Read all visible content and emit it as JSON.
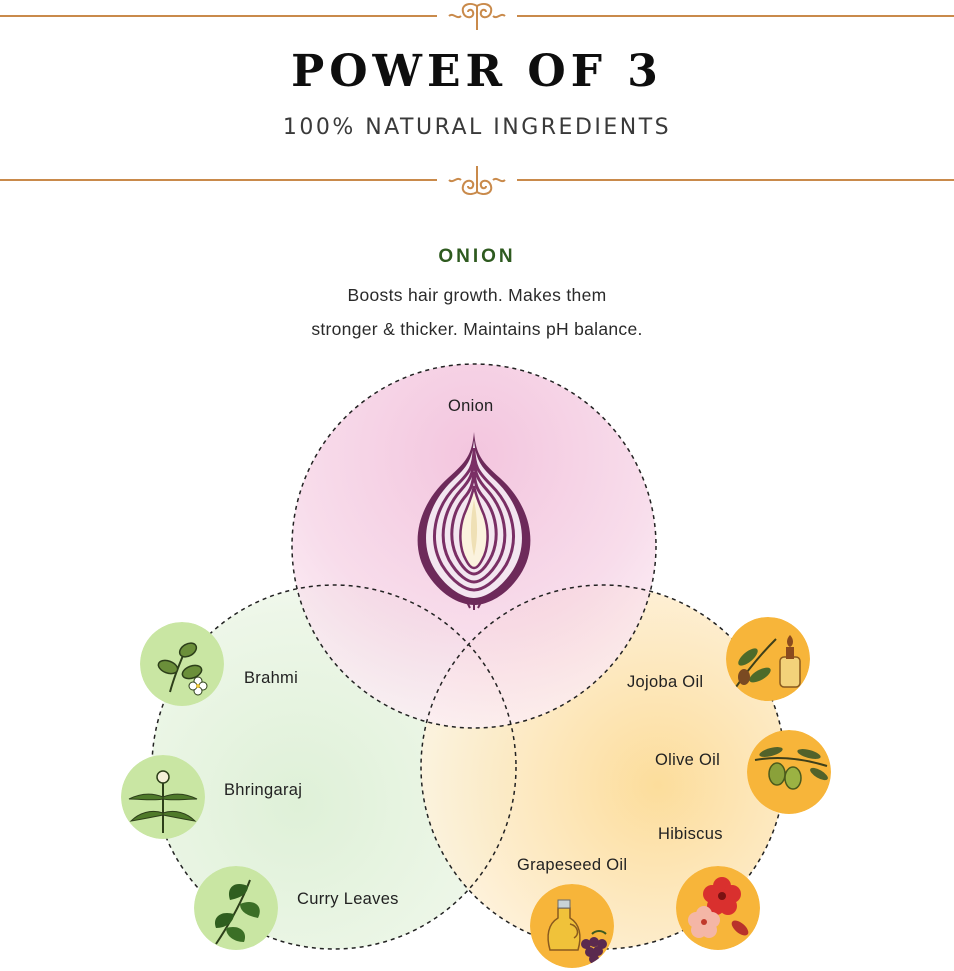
{
  "header": {
    "title": "POWER OF 3",
    "subtitle": "100% NATURAL INGREDIENTS"
  },
  "feature": {
    "name": "ONION",
    "description_line1": "Boosts hair growth. Makes them",
    "description_line2": "stronger & thicker. Maintains pH balance."
  },
  "circles": {
    "top": {
      "label": "Onion",
      "icon": "onion-icon"
    },
    "left": {
      "items": [
        {
          "label": "Brahmi",
          "icon": "brahmi-icon"
        },
        {
          "label": "Bhringaraj",
          "icon": "bhringaraj-icon"
        },
        {
          "label": "Curry Leaves",
          "icon": "curry-leaves-icon"
        }
      ]
    },
    "right": {
      "items": [
        {
          "label": "Jojoba Oil",
          "icon": "jojoba-oil-icon"
        },
        {
          "label": "Olive Oil",
          "icon": "olive-oil-icon"
        },
        {
          "label": "Hibiscus",
          "icon": "hibiscus-icon"
        },
        {
          "label": "Grapeseed Oil",
          "icon": "grapeseed-oil-icon"
        }
      ]
    }
  },
  "colors": {
    "rule": "#c98a4b",
    "accent_green": "#2e5a1f",
    "pink_wash": "#f2c6df",
    "green_wash": "#e3f1dc",
    "yellow_wash": "#fde7b8",
    "green_badge": "#c9e6a3",
    "orange_badge": "#f7b53a"
  }
}
